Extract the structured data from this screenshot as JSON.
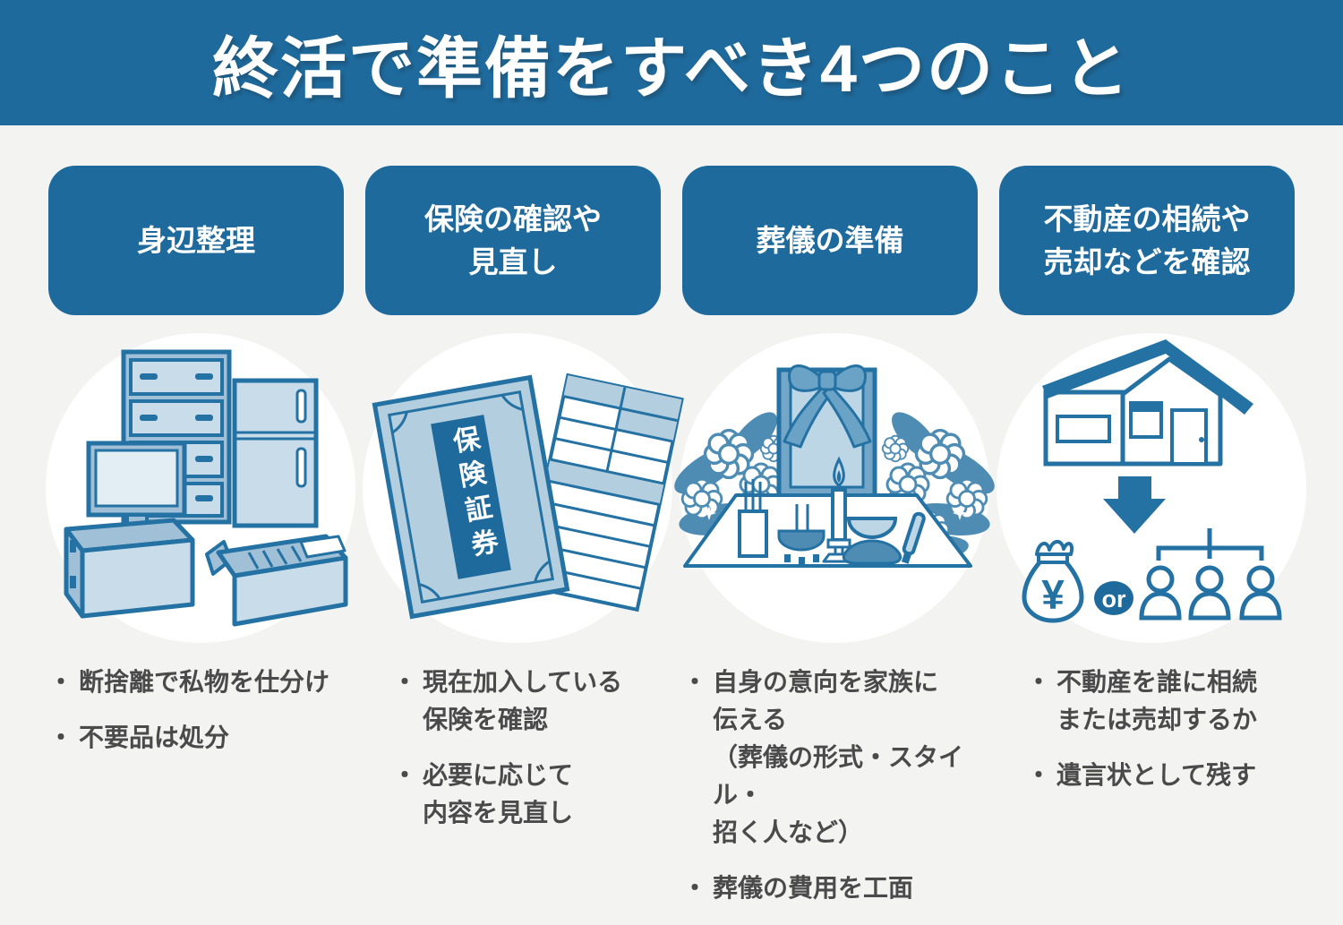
{
  "title": "終活で準備をすべき4つのこと",
  "bullet_char": "・",
  "colors": {
    "primary_blue": "#1e6a9c",
    "illustration_outline": "#2471a3",
    "illustration_light": "#c9dce9",
    "illustration_mid": "#9fc0d6",
    "leaf_blue": "#4e8cb4",
    "background": "#f3f3f2",
    "bullet_text": "#4a4a4a",
    "header_text": "#ffffff"
  },
  "columns": [
    {
      "header": "身辺整理",
      "icons": [
        "dresser-icon",
        "refrigerator-icon",
        "monitor-icon",
        "cardboard-box-icon",
        "storage-box-icon"
      ],
      "bullets": [
        {
          "text": "断捨離で私物を仕分け"
        },
        {
          "text": "不要品は処分"
        }
      ]
    },
    {
      "header": "保険の確認や\n見直し",
      "illustration_label": "保険証券",
      "icons": [
        "insurance-certificate-icon",
        "policy-document-icon"
      ],
      "bullets": [
        {
          "text": "現在加入している\n保険を確認"
        },
        {
          "text": "必要に応じて\n内容を見直し"
        }
      ]
    },
    {
      "header": "葬儀の準備",
      "icons": [
        "memorial-photo-icon",
        "ribbon-bow-icon",
        "funeral-flowers-icon",
        "incense-icon",
        "candle-icon",
        "orin-bell-icon",
        "altar-table-icon"
      ],
      "bullets": [
        {
          "text": "自身の意向を家族に\n伝える\n（葬儀の形式・スタイル・\n招く人など）"
        },
        {
          "text": "葬儀の費用を工面"
        }
      ]
    },
    {
      "header": "不動産の相続や\n売却などを確認",
      "yen_symbol": "¥",
      "or_label": "or",
      "icons": [
        "house-icon",
        "down-arrow-icon",
        "money-bag-icon",
        "or-badge",
        "family-bracket-icon",
        "heirs-icon"
      ],
      "bullets": [
        {
          "text": "不動産を誰に相続\nまたは売却するか"
        },
        {
          "text": "遺言状として残す"
        }
      ]
    }
  ]
}
